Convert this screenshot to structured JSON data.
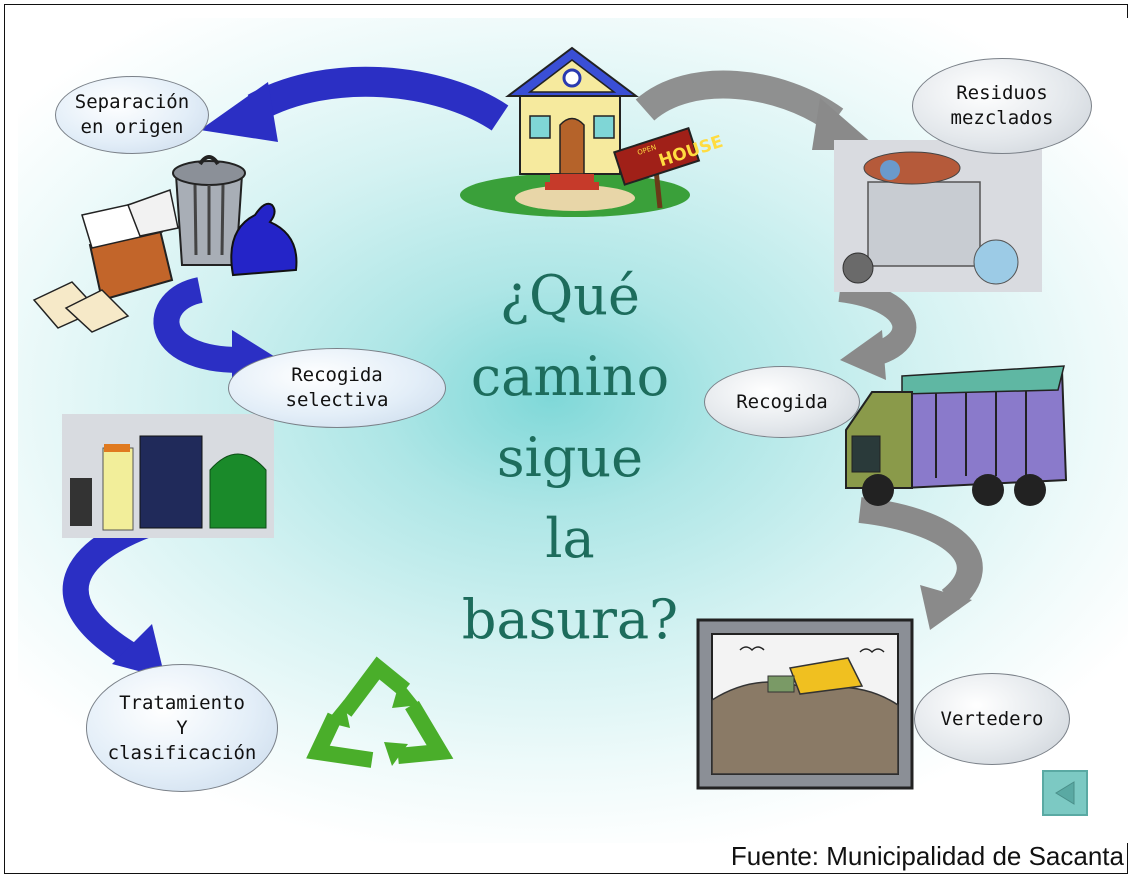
{
  "title_lines": [
    "¿Qué",
    "camino",
    "sigue",
    "la",
    "basura?"
  ],
  "nodes": {
    "separacion": "Separación\nen origen",
    "recogida_selectiva": "Recogida\nselectiva",
    "tratamiento": "Tratamiento\nY\nclasificación",
    "residuos": "Residuos\nmezclados",
    "recogida": "Recogida",
    "vertedero": "Vertedero"
  },
  "house_sign": "HOUSE",
  "house_sign_small": "OPEN",
  "source": "Fuente: Municipalidad de Sacanta",
  "colors": {
    "title": "#1d6c5c",
    "arrow_left": "#2b2fc4",
    "arrow_right": "#8a8a8a",
    "background_center": "#7fd8d8"
  },
  "icons": [
    "house-icon",
    "trash-bins-icon",
    "sorting-bins-icon",
    "recycle-icon",
    "dumpster-icon",
    "garbage-truck-icon",
    "landfill-icon",
    "previous-slide-icon"
  ]
}
